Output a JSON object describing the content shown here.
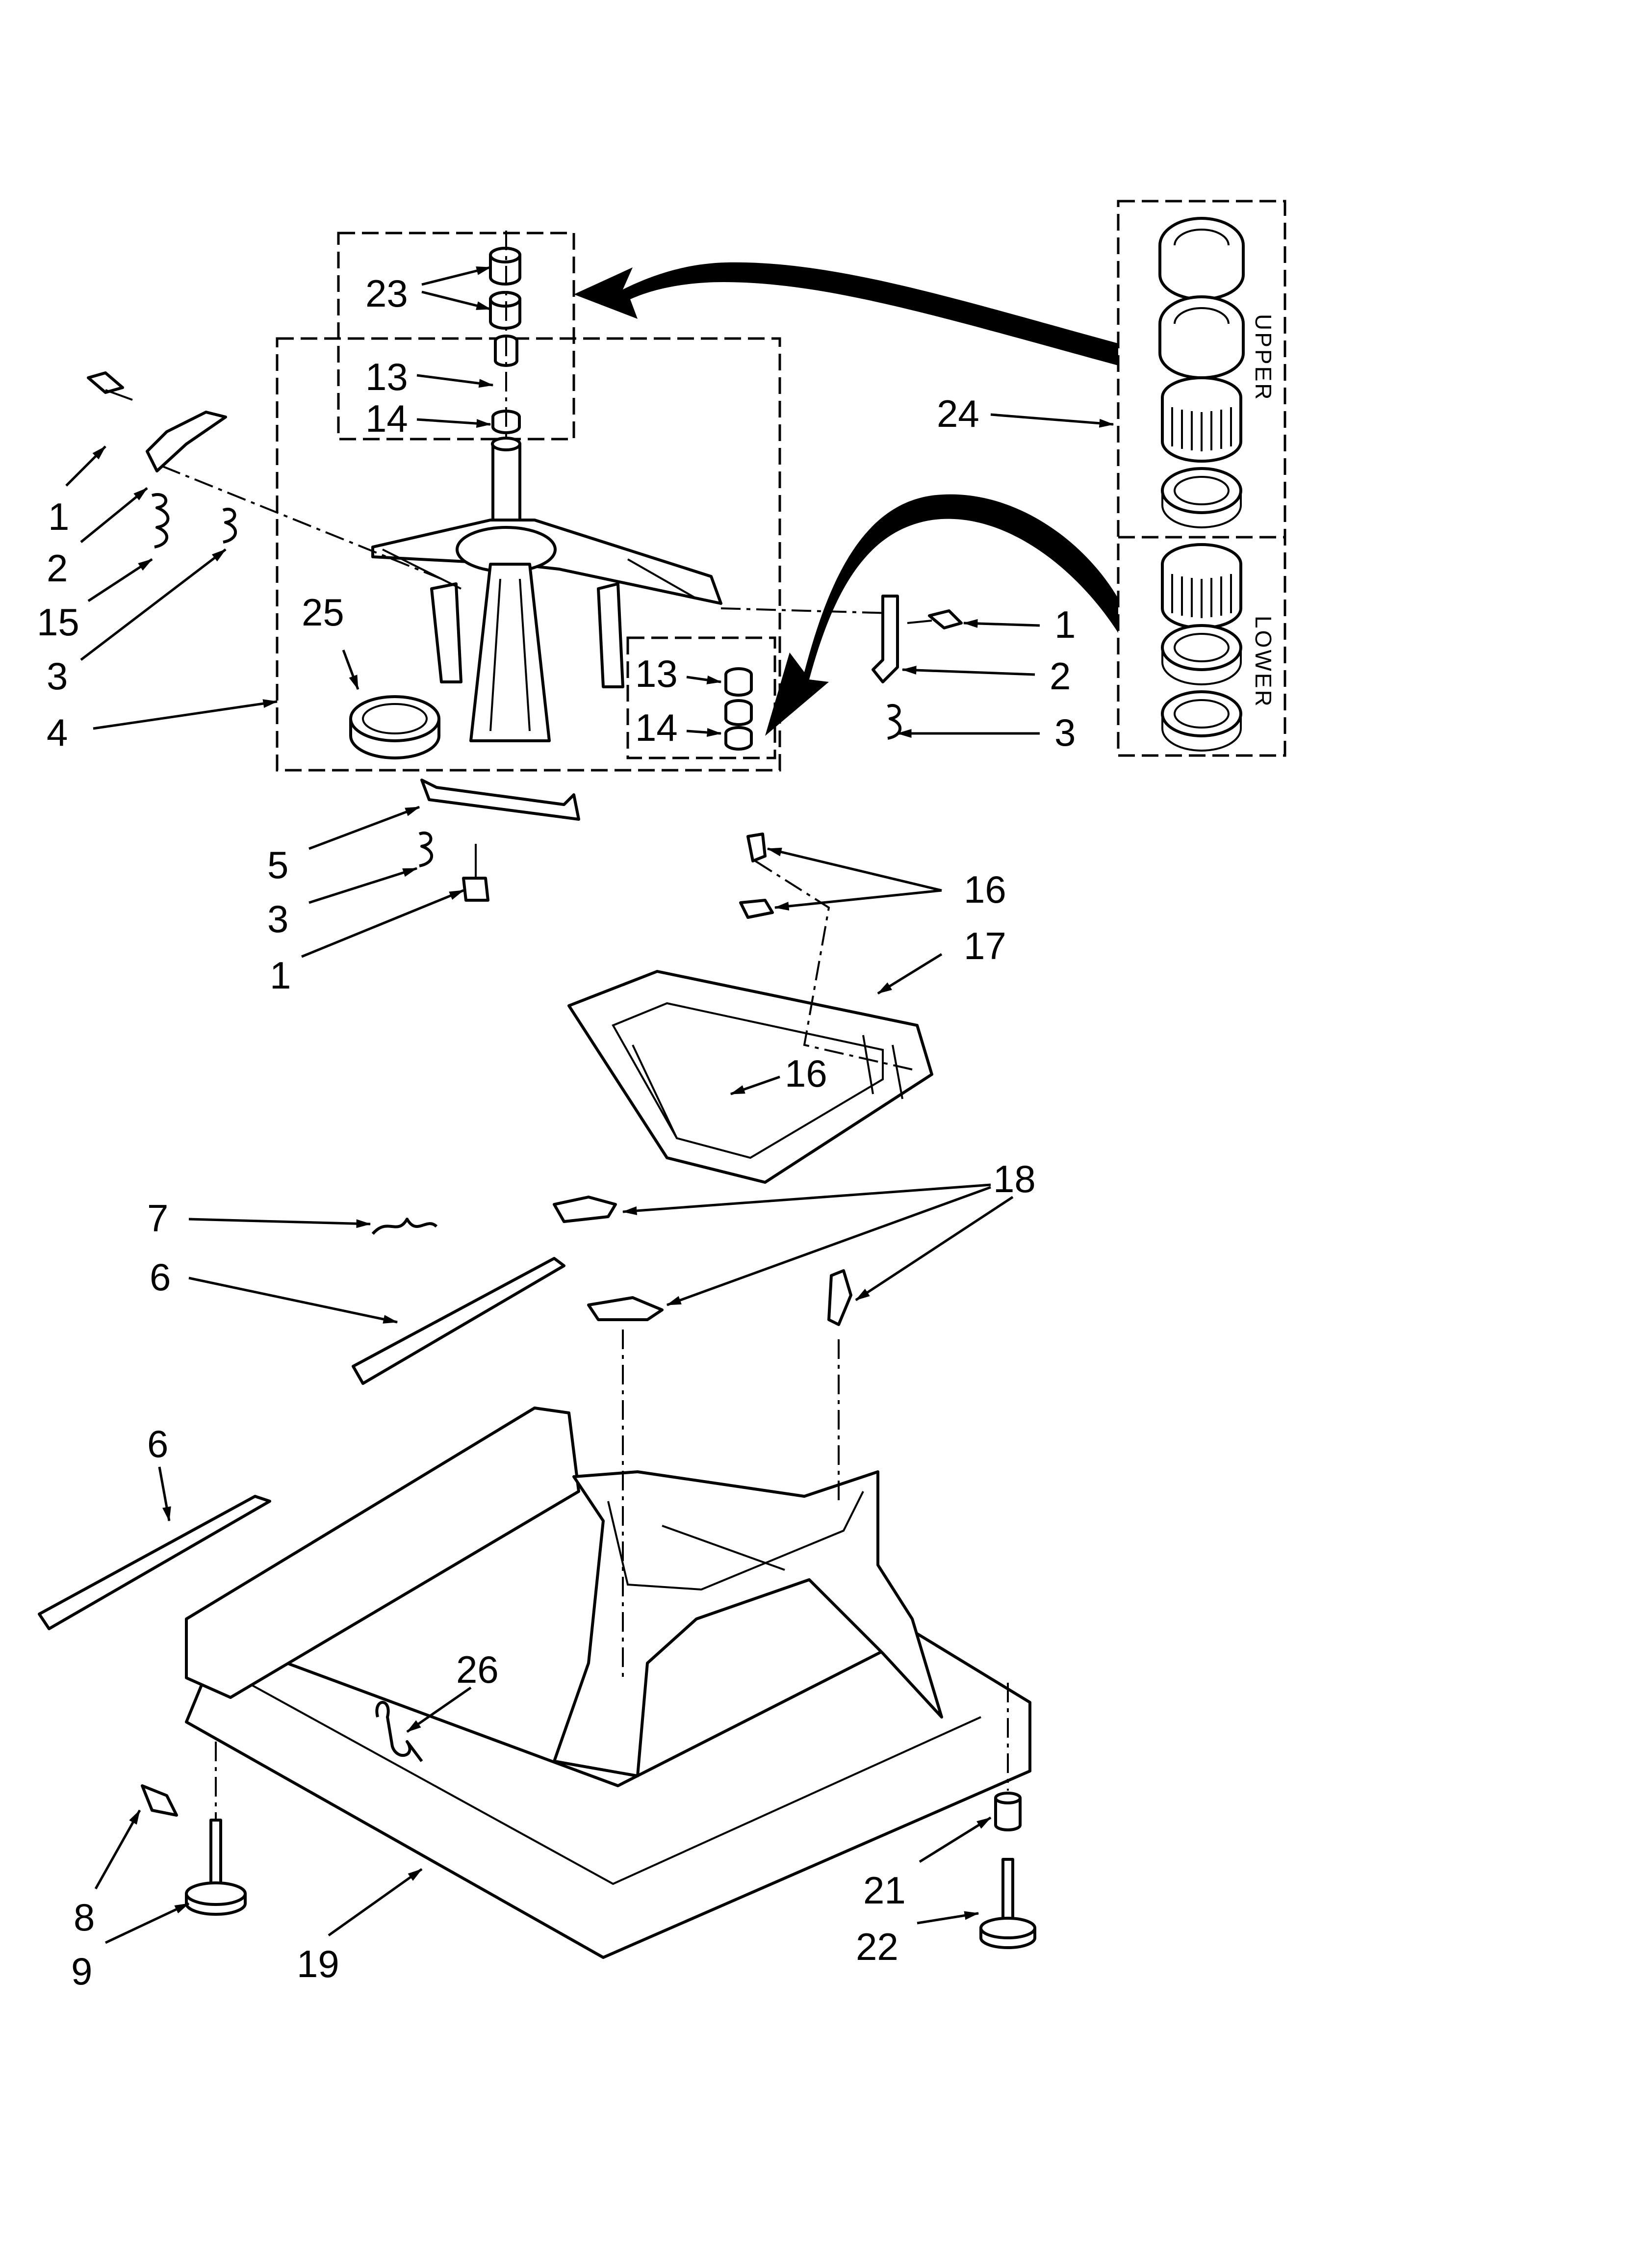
{
  "callouts": {
    "c1a": "1",
    "c2a": "2",
    "c15": "15",
    "c3a": "3",
    "c4": "4",
    "c25": "25",
    "c23": "23",
    "c13a": "13",
    "c14a": "14",
    "c24": "24",
    "c1b": "1",
    "c2b": "2",
    "c3b": "3",
    "c13b": "13",
    "c14b": "14",
    "c5": "5",
    "c3c": "3",
    "c1c": "1",
    "c16a": "16",
    "c17": "17",
    "c16b": "16",
    "c18": "18",
    "c7": "7",
    "c6a": "6",
    "c6b": "6",
    "c26": "26",
    "c8": "8",
    "c9": "9",
    "c19": "19",
    "c21": "21",
    "c22": "22"
  },
  "kit_labels": {
    "upper": "UPPER",
    "lower": "LOWER"
  }
}
